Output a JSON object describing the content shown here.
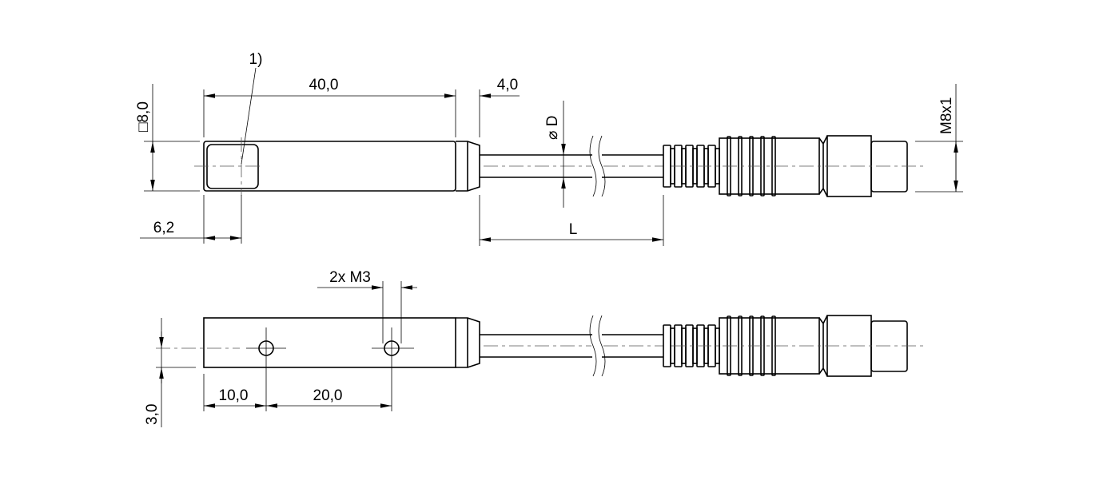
{
  "drawing": {
    "side_view": {
      "note_ref": "1)",
      "dim_length": "40,0",
      "dim_ring": "4,0",
      "dim_square": "□8,0",
      "dim_cable_diameter": "⌀ D",
      "dim_sensing_offset": "6,2",
      "dim_cable_length": "L",
      "dim_thread": "M8x1"
    },
    "top_view": {
      "dim_holes": "2x M3",
      "dim_hole1": "10,0",
      "dim_hole_spacing": "20,0",
      "dim_hole_offset": "3,0"
    }
  }
}
